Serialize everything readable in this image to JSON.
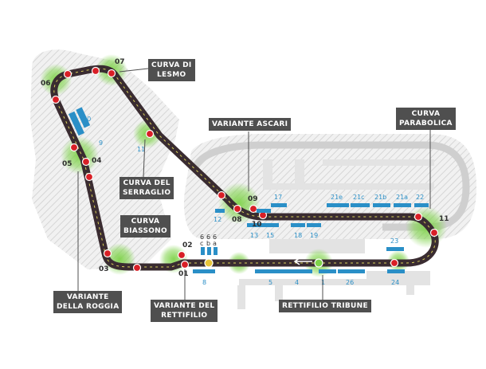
{
  "colors": {
    "track": "#3a2c31",
    "track_edge": "#2b1f24",
    "corner_glow": "#7fd34a",
    "marker_red": "#d81f26",
    "grandstand": "#2a8fc7",
    "label_bg": "#4f4f4f",
    "hatch_area": "#dedede",
    "oval": "#c9c9c9",
    "building": "#e3e3e3"
  },
  "labels": {
    "curva_lesmo": "CURVA DI\nLESMO",
    "variante_ascari": "VARIANTE ASCARI",
    "curva_parabolica": "CURVA\nPARABOLICA",
    "curva_serraglio": "CURVA DEL\nSERRAGLIO",
    "curva_biassono": "CURVA\nBIASSONO",
    "variante_roggia": "VARIANTE\nDELLA ROGGIA",
    "variante_rettifilio": "VARIANTE DEL\nRETTIFILIO",
    "rettifilio_tribune": "RETTIFILIO TRIBUNE"
  },
  "turn_numbers": {
    "t01": "01",
    "t02": "02",
    "t03": "03",
    "t04": "04",
    "t05": "05",
    "t06": "06",
    "t07": "07",
    "t08": "08",
    "t09": "09",
    "t10": "10",
    "t11": "11"
  },
  "grandstands": {
    "s1": "1",
    "s4": "4",
    "s5": "5",
    "s6a": "a",
    "s6b": "b",
    "s6c": "c",
    "s6_a": "6",
    "s6_b": "6",
    "s6_c": "6",
    "s8": "8",
    "s9": "9",
    "s10": "10",
    "s11": "11",
    "s12": "12",
    "s13": "13",
    "s15": "15",
    "s17": "17",
    "s18": "18",
    "s19": "19",
    "s21e": "21e",
    "s21c": "21c",
    "s21b": "21b",
    "s21a": "21a",
    "s22": "22",
    "s23": "23",
    "s24": "24",
    "s26": "26"
  }
}
